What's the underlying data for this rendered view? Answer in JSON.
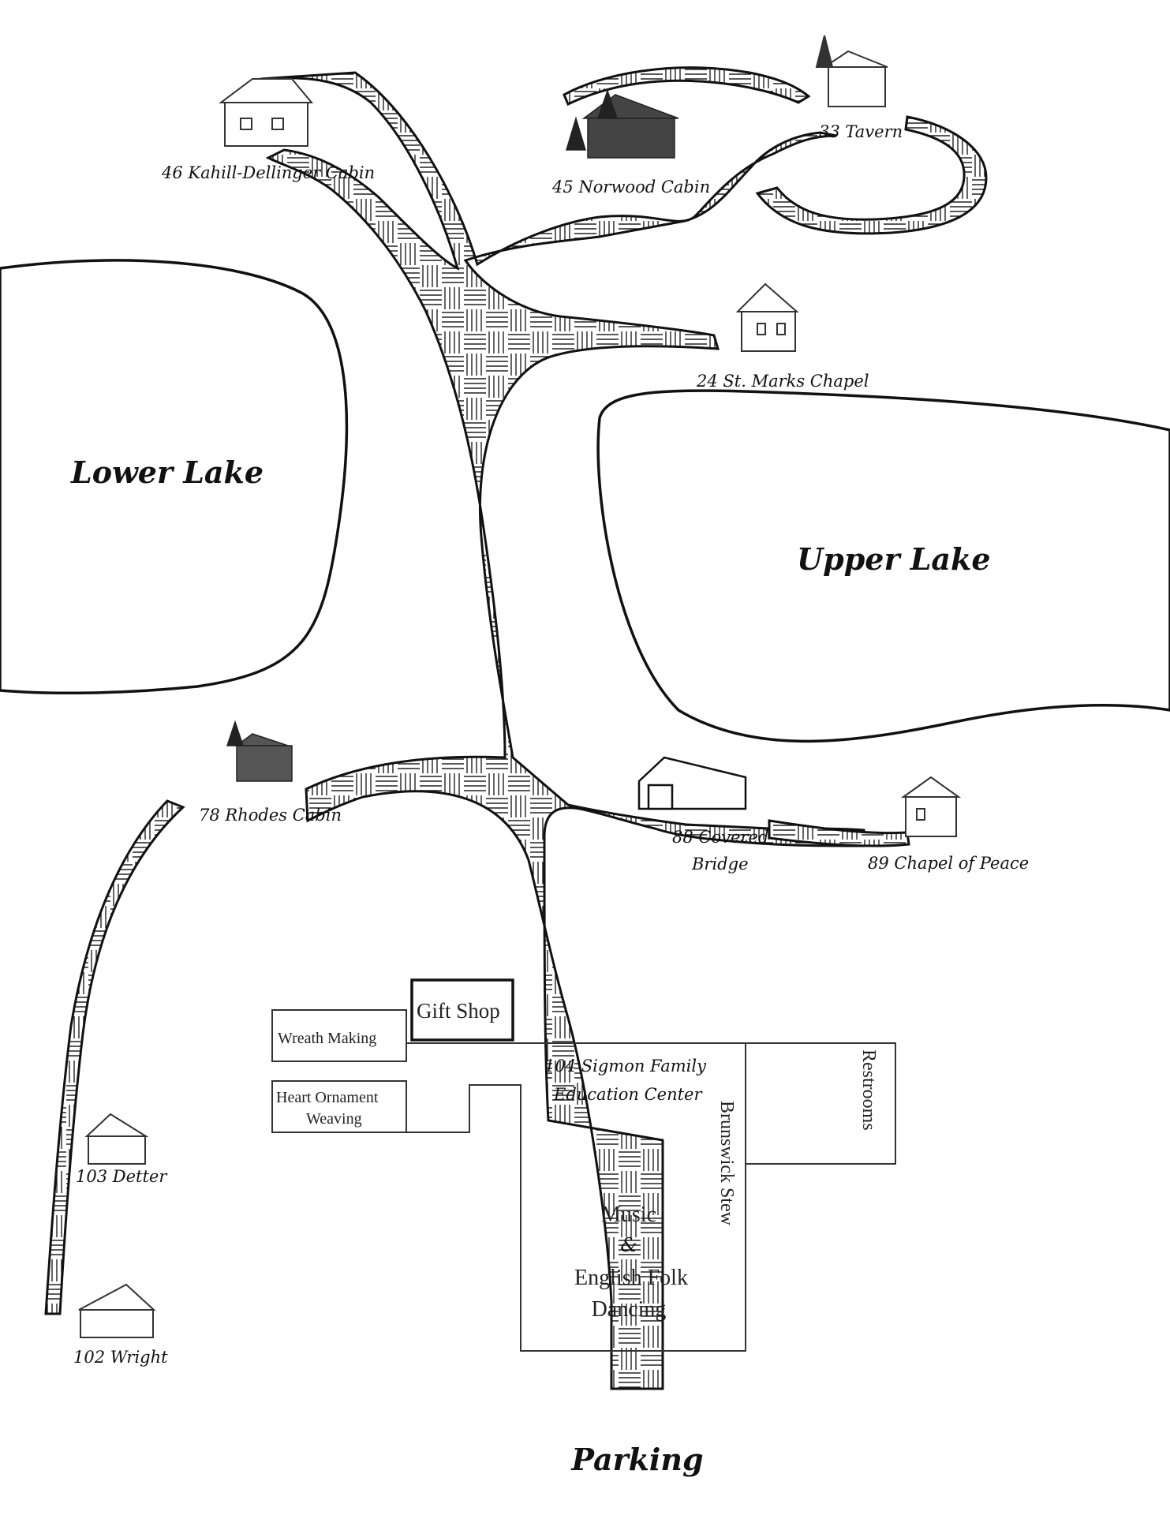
{
  "map": {
    "lakes": {
      "lower": "Lower Lake",
      "upper": "Upper Lake"
    },
    "sites": {
      "kahill": "46 Kahill-Dellinger Cabin",
      "norwood": "45 Norwood Cabin",
      "tavern": "33 Tavern",
      "chapel_st_marks": "24 St. Marks Chapel",
      "rhodes": "78 Rhodes Cabin",
      "covered_bridge_line1": "88 Covered",
      "covered_bridge_line2": "Bridge",
      "chapel_peace": "89 Chapel of Peace",
      "detter": "103 Detter",
      "wright": "102 Wright"
    },
    "buildings": {
      "gift_shop": "Gift Shop",
      "wreath_making": "Wreath Making",
      "heart_line1": "Heart Ornament",
      "heart_line2": "Weaving",
      "education_line1": "104 Sigmon Family",
      "education_line2": "Education Center",
      "brunswick": "Brunswick Stew",
      "restrooms": "Restrooms",
      "music_line1": "Music",
      "music_line2": "&",
      "music_line3": "English Folk",
      "music_line4": "Dancing"
    },
    "parking": "Parking"
  }
}
